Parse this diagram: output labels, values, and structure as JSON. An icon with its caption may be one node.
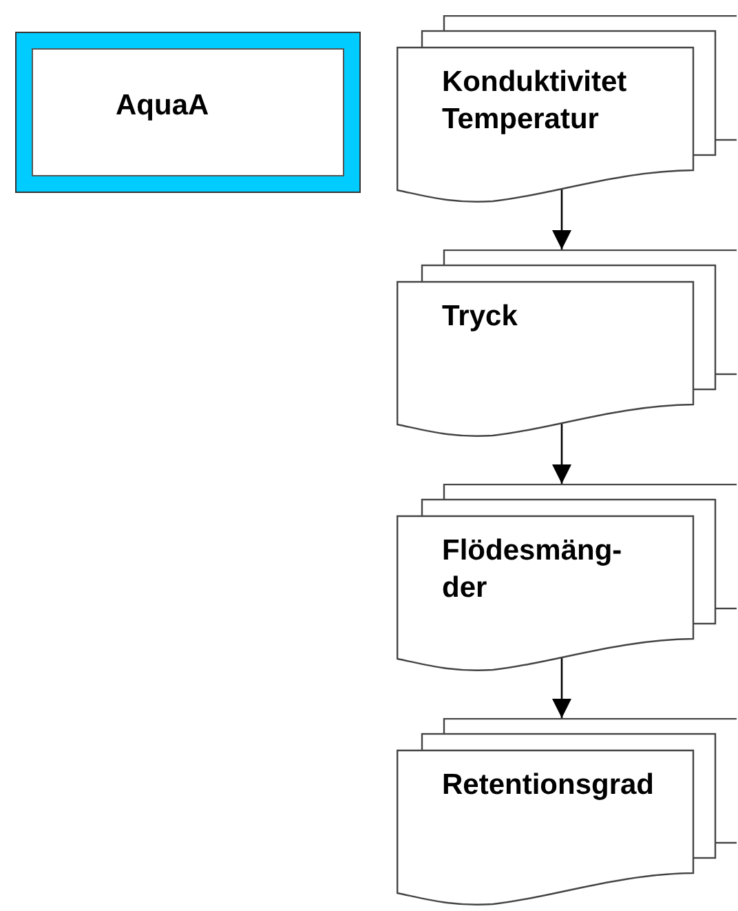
{
  "diagram": {
    "nodes": [
      {
        "text": [
          "AquaA"
        ]
      },
      {
        "text": [
          "Konduktivitet Temperatur"
        ]
      },
      {
        "text": [
          "Tryck"
        ]
      },
      {
        "text": [
          "Flödesmäng- der"
        ]
      },
      {
        "text": [
          "Retentionsgrad"
        ]
      }
    ],
    "edges": [
      {
        "from": 1,
        "to": 2,
        "arrow": "to"
      },
      {
        "from": 2,
        "to": 3,
        "arrow": "to"
      },
      {
        "from": 3,
        "to": 4,
        "arrow": "to"
      }
    ]
  }
}
